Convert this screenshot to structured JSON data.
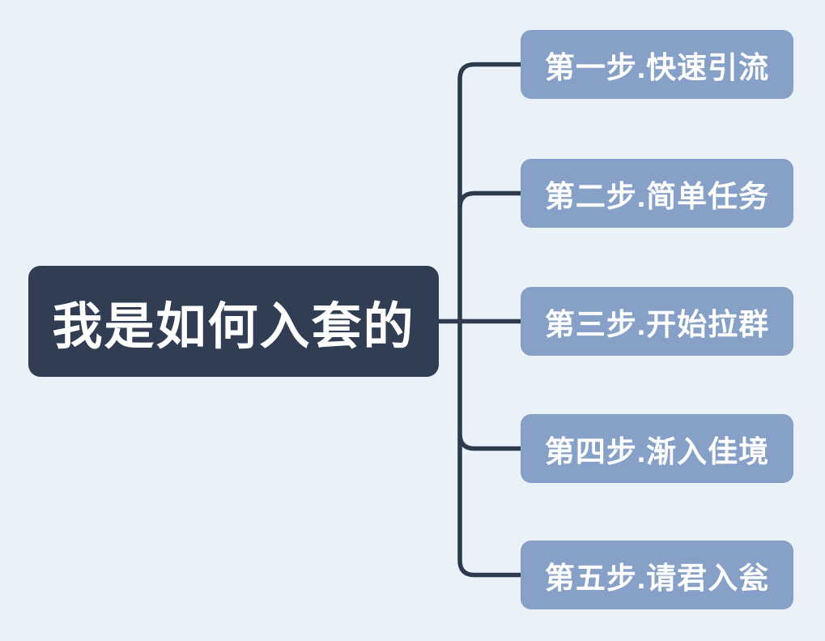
{
  "diagram": {
    "type": "mindmap",
    "background_color": "#EBF1F9",
    "connector_color": "#2D3A4E",
    "root": {
      "label": "我是如何入套的",
      "fill": "#303D52",
      "text_color": "#FFFFFF"
    },
    "branch_style": {
      "fill": "#86A0C8",
      "text_color": "#FFFFFF"
    },
    "branches": [
      {
        "label": "第一步.快速引流"
      },
      {
        "label": "第二步.简单任务"
      },
      {
        "label": "第三步.开始拉群"
      },
      {
        "label": "第四步.渐入佳境"
      },
      {
        "label": "第五步.请君入瓮"
      }
    ]
  }
}
